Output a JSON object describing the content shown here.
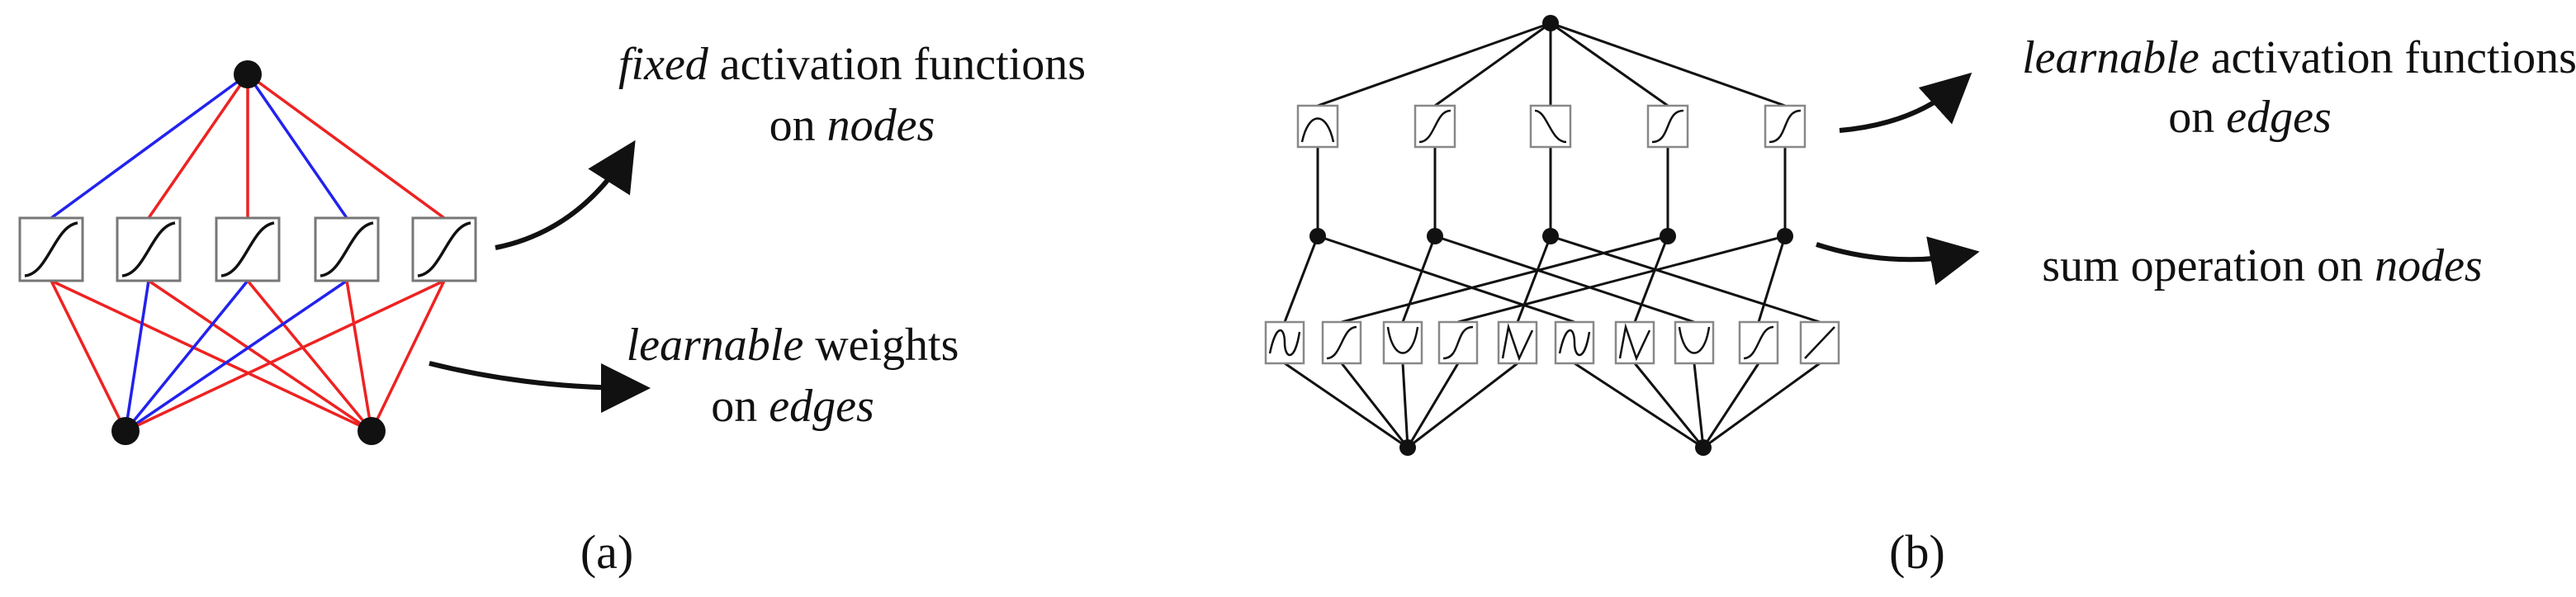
{
  "panel_a": {
    "caption": "(a)",
    "annotation_fixed": {
      "emph": "fixed",
      "rest": " activation functions",
      "line2_pre": "on ",
      "line2_emph": "nodes"
    },
    "annotation_weights": {
      "emph": "learnable",
      "rest": " weights",
      "line2_pre": "on ",
      "line2_emph": "edges"
    },
    "edge_colors": {
      "positive": "#ee2222",
      "negative": "#2222ee"
    }
  },
  "panel_b": {
    "caption": "(b)",
    "annotation_learnable": {
      "emph": "learnable",
      "rest": " activation functions",
      "line2_pre": "on ",
      "line2_emph": "edges"
    },
    "annotation_sum": {
      "pre": "sum operation on ",
      "emph": "nodes"
    }
  }
}
